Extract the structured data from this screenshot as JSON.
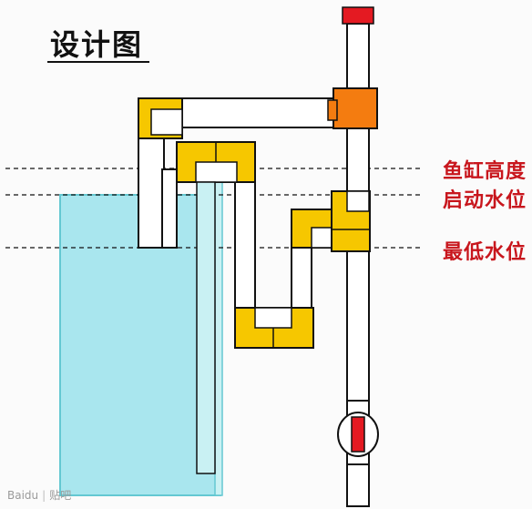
{
  "title": "设计图",
  "labels": {
    "tank_height": "鱼缸高度",
    "start_level": "启动水位",
    "min_level": "最低水位"
  },
  "watermark": {
    "brand": "Bai",
    "brand2": "du",
    "sub": "贴吧"
  },
  "colors": {
    "water": "#a9e6ee",
    "water_edge": "#64c8d2",
    "fitting": "#f6c700",
    "tee": "#f47c10",
    "cap": "#e41a22",
    "label": "#c8161d"
  }
}
